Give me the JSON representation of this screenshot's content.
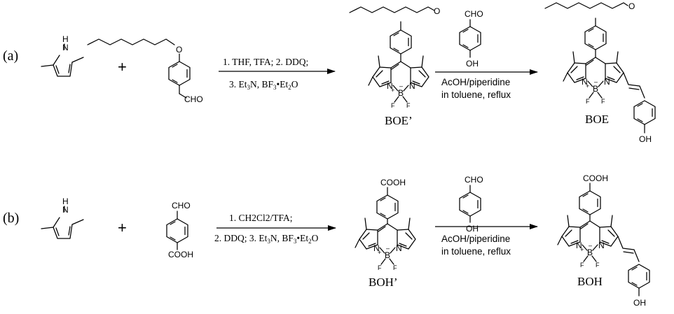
{
  "scheme": {
    "row_a": {
      "label": "(a)",
      "plus": "+",
      "pyrrole_nh": "H",
      "pyrrole_n": "N",
      "aldehyde_o": "O",
      "aldehyde_group": "CHO",
      "conditions": {
        "line1": "1. THF, TFA;  2. DDQ;",
        "line2_pre": "3. Et",
        "line2_sub1": "3",
        "line2_mid": "N, BF",
        "line2_sub2": "3",
        "line2_mid2": "•Et",
        "line2_sub3": "2",
        "line2_end": "O"
      },
      "intermediate": {
        "name": "BOE’",
        "o": "O",
        "n_left": "N",
        "n_right": "N",
        "b": "B",
        "f1": "F",
        "f2": "F",
        "plus_charge": "+",
        "minus_charge": "–"
      },
      "reagent": {
        "top": "CHO",
        "bottom": "OH"
      },
      "conditions2": {
        "line1": "AcOH/piperidine",
        "line2": "in toluene, reflux"
      },
      "product": {
        "name": "BOE",
        "o": "O",
        "n_left": "N",
        "n_right": "N",
        "b": "B",
        "f1": "F",
        "f2": "F",
        "plus_charge": "+",
        "minus_charge": "–",
        "oh": "OH"
      }
    },
    "row_b": {
      "label": "(b)",
      "plus": "+",
      "pyrrole_nh": "H",
      "pyrrole_n": "N",
      "aldehyde_top": "CHO",
      "aldehyde_bottom": "COOH",
      "conditions": {
        "line1": "1.  CH2Cl2/TFA;",
        "line2_pre": "2. DDQ; 3. Et",
        "line2_sub1": "3",
        "line2_mid": "N, BF",
        "line2_sub2": "3",
        "line2_mid2": "•Et",
        "line2_sub3": "2",
        "line2_end": "O"
      },
      "intermediate": {
        "name": "BOH’",
        "cooh": "COOH",
        "n_left": "N",
        "n_right": "N",
        "b": "B",
        "f1": "F",
        "f2": "F",
        "plus_charge": "+",
        "minus_charge": "–"
      },
      "reagent": {
        "top": "CHO",
        "bottom": "OH"
      },
      "conditions2": {
        "line1": "AcOH/piperidine",
        "line2": "in toluene, reflux"
      },
      "product": {
        "name": "BOH",
        "cooh": "COOH",
        "n_left": "N",
        "n_right": "N",
        "b": "B",
        "f1": "F",
        "f2": "F",
        "plus_charge": "+",
        "minus_charge": "–",
        "oh": "OH"
      }
    }
  }
}
